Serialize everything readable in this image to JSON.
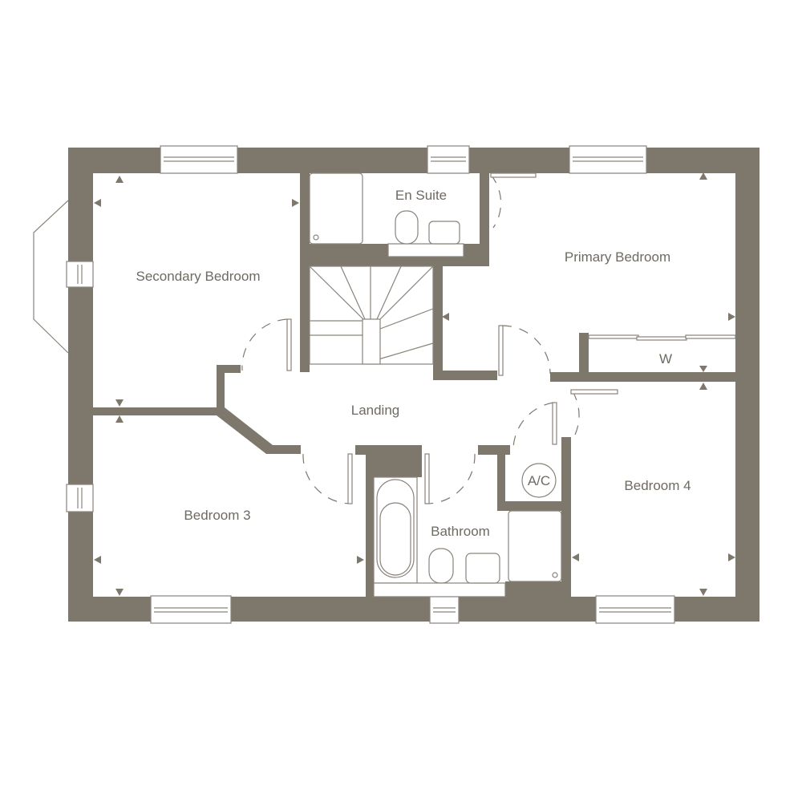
{
  "plan": {
    "title": "First Floor Plan",
    "colors": {
      "wall": "#7e776c",
      "label": "#6f6a62",
      "background": "#ffffff"
    },
    "rooms": [
      {
        "id": "secondary-bedroom",
        "label": "Secondary Bedroom"
      },
      {
        "id": "en-suite",
        "label": "En Suite"
      },
      {
        "id": "primary-bedroom",
        "label": "Primary Bedroom"
      },
      {
        "id": "wardrobe",
        "label": "W"
      },
      {
        "id": "landing",
        "label": "Landing"
      },
      {
        "id": "bedroom-3",
        "label": "Bedroom 3"
      },
      {
        "id": "bathroom",
        "label": "Bathroom"
      },
      {
        "id": "airing-cupboard",
        "label": "A/C"
      },
      {
        "id": "bedroom-4",
        "label": "Bedroom 4"
      }
    ]
  }
}
